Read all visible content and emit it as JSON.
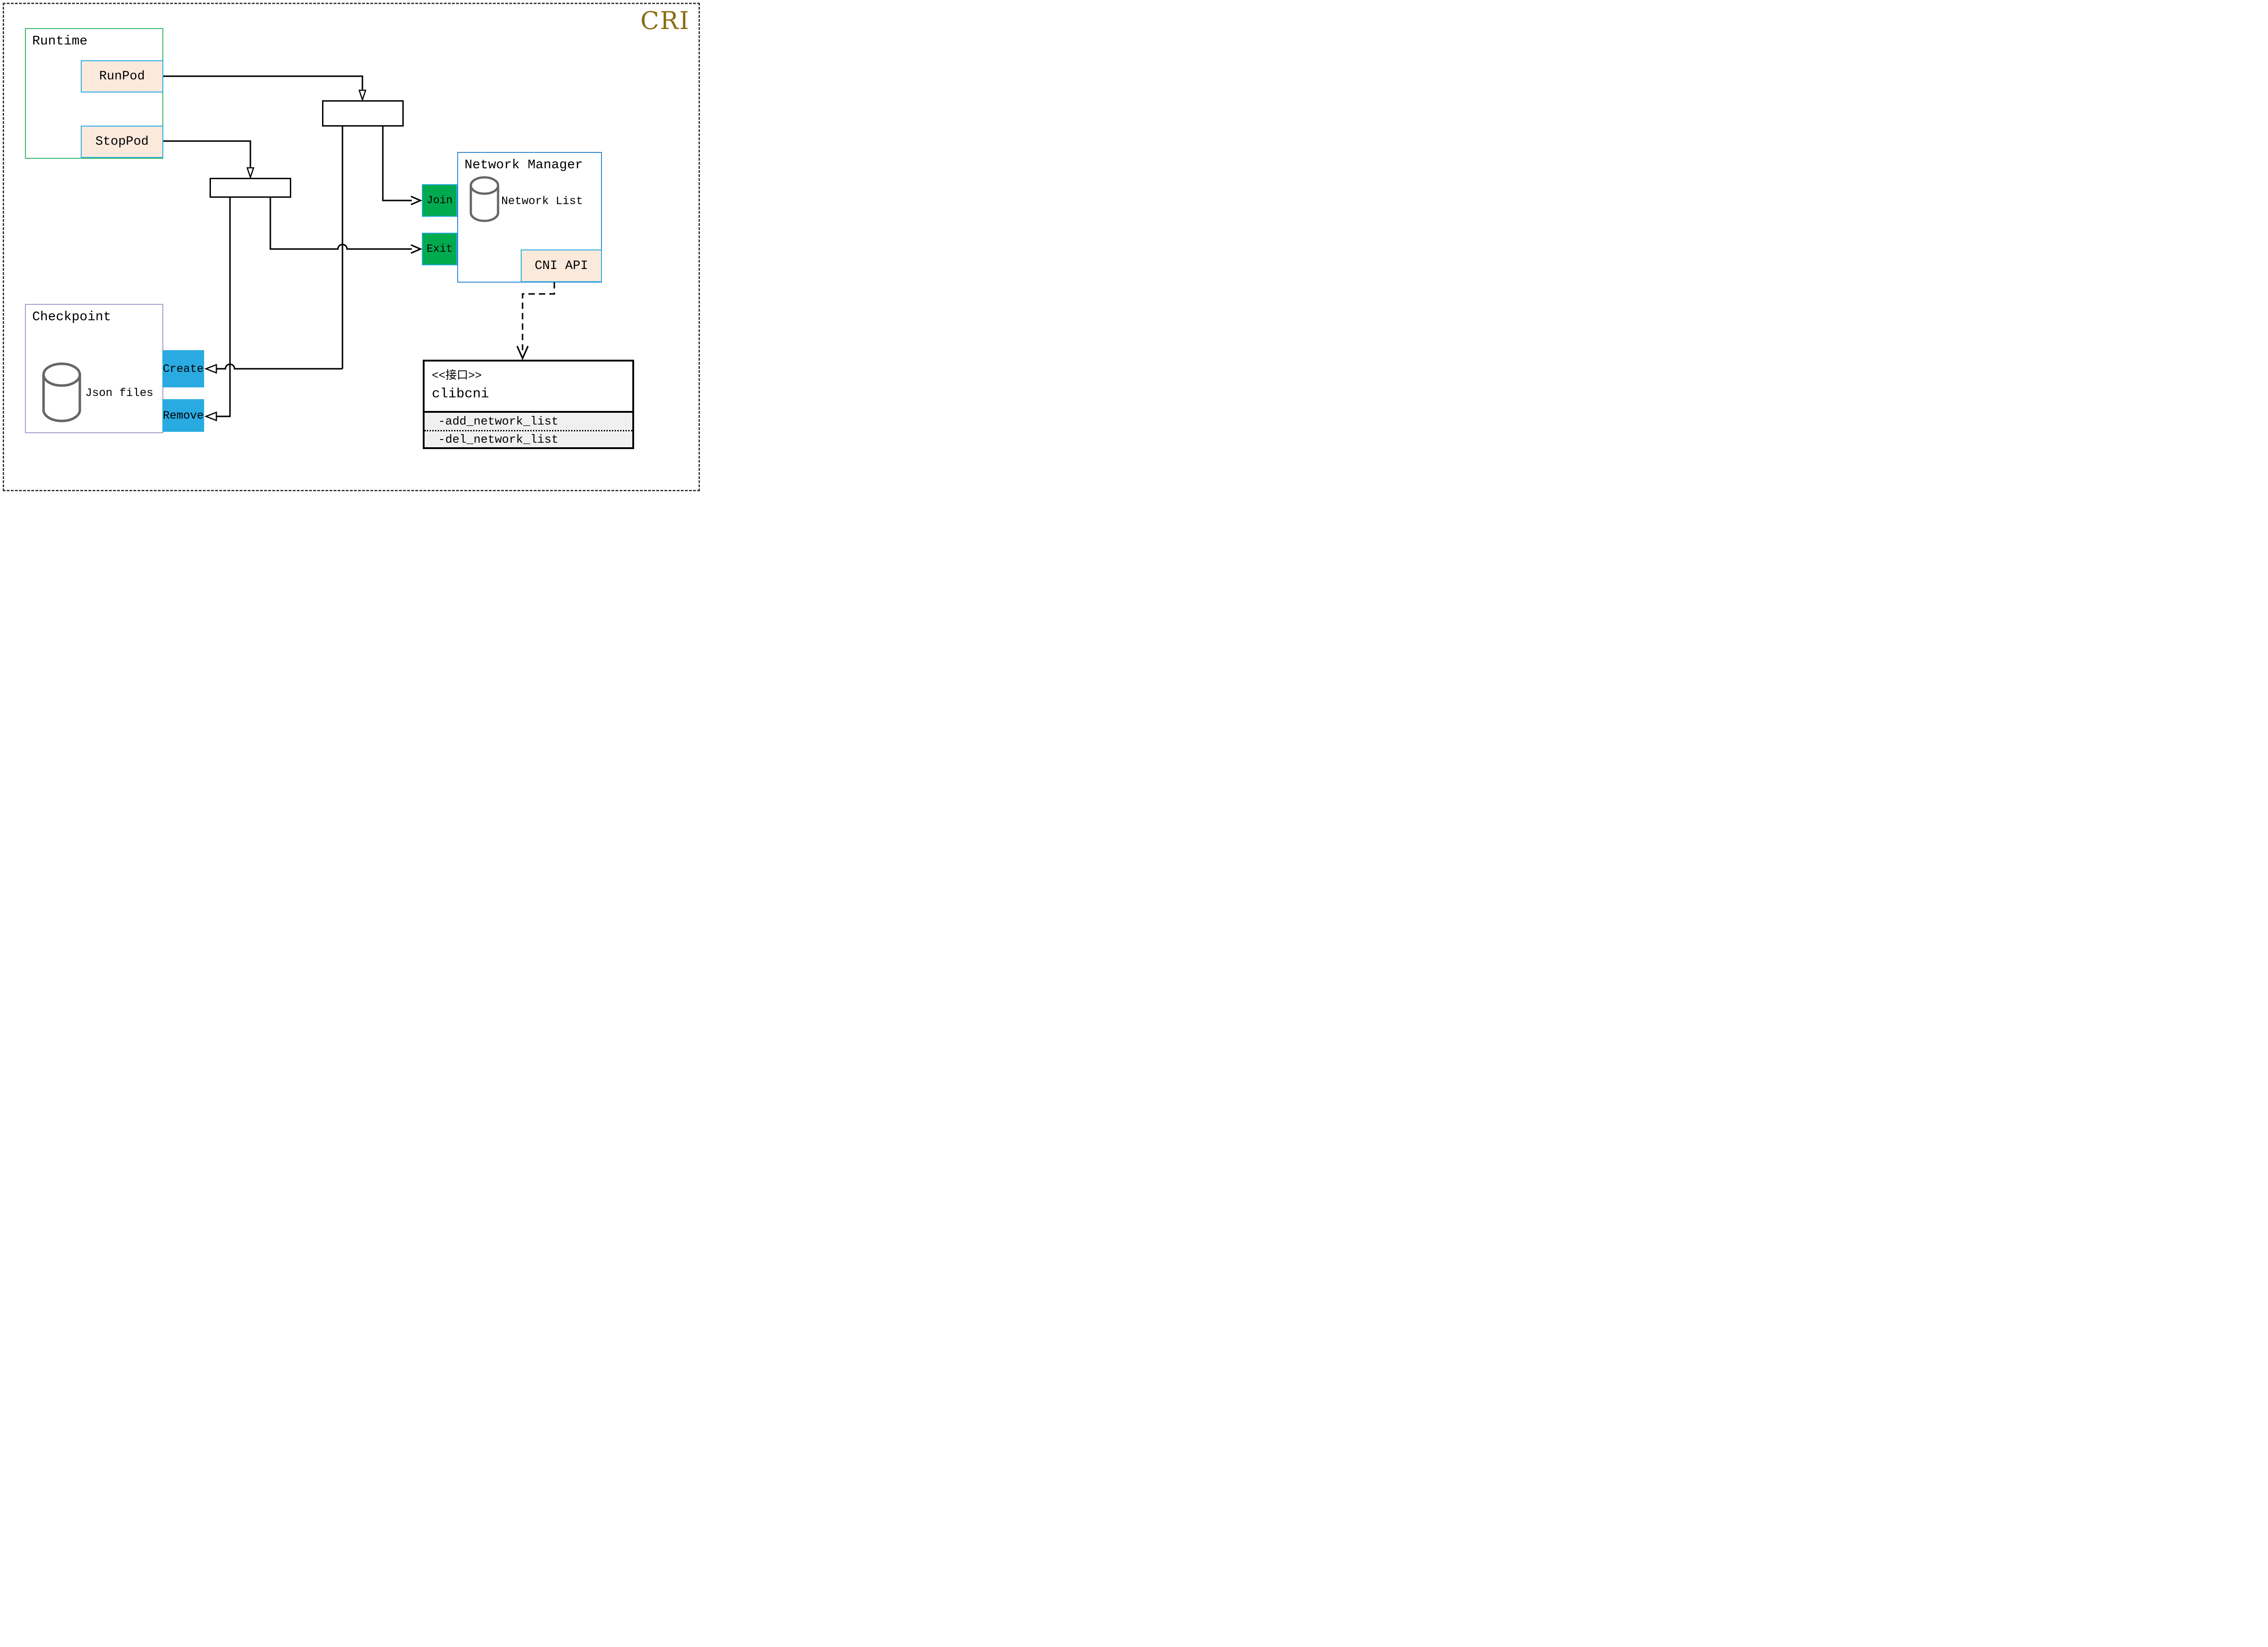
{
  "title": "CRI",
  "runtime": {
    "label": "Runtime",
    "run_pod": "RunPod",
    "stop_pod": "StopPod"
  },
  "network_manager": {
    "label": "Network Manager",
    "network_list": "Network List",
    "join": "Join",
    "exit": "Exit",
    "cni_api": "CNI API"
  },
  "checkpoint": {
    "label": "Checkpoint",
    "datastore": "Json files",
    "create": "Create",
    "remove": "Remove"
  },
  "clibcni": {
    "stereotype": "<<接口>>",
    "name": "clibcni",
    "methods": [
      "-add_network_list",
      "-del_network_list"
    ]
  },
  "colors": {
    "title_text": "#8A6D15",
    "runtime_border": "#35B567",
    "checkpoint_border": "#A89BC9",
    "network_manager_border": "#2E86D1",
    "node_fill_peach": "#FBE9DC",
    "node_border_cyan": "#29ABE2",
    "action_green": "#00AB50",
    "action_blue": "#29ABE2",
    "methods_section_bg": "#F0F0F0",
    "cylinder_stroke": "#666666"
  }
}
